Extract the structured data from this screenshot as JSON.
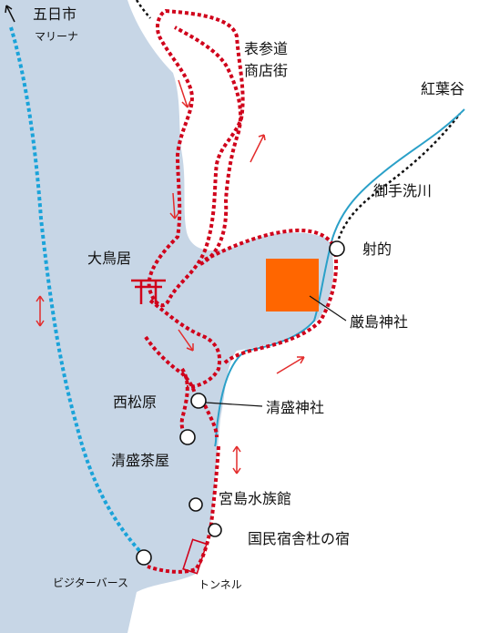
{
  "labels": {
    "itsukaichi": "五日市",
    "marina": "マリーナ",
    "omotesando": "表参道",
    "shotengai": "商店街",
    "momijidani": "紅葉谷",
    "mitarashigawa": "御手洗川",
    "otorii": "大鳥居",
    "shateki": "射的",
    "itsukushima": "厳島神社",
    "nishimatsubara": "西松原",
    "kiyomori_jinja": "清盛神社",
    "kiyomori_chaya": "清盛茶屋",
    "aquarium": "宮島水族館",
    "kokumin_shukusha": "国民宿舎杜の宿",
    "visitor_bus": "ビジターバース",
    "tunnel": "トンネル"
  },
  "torii_symbol": "⛩",
  "colors": {
    "sea": "#c7d6e6",
    "land": "#ffffff",
    "route": "#d0021b",
    "blue_route": "#1aa3d9",
    "river": "#2aa0c8",
    "trail": "#111111",
    "shrine": "#ff6600",
    "arrow": "#e32c2c"
  }
}
